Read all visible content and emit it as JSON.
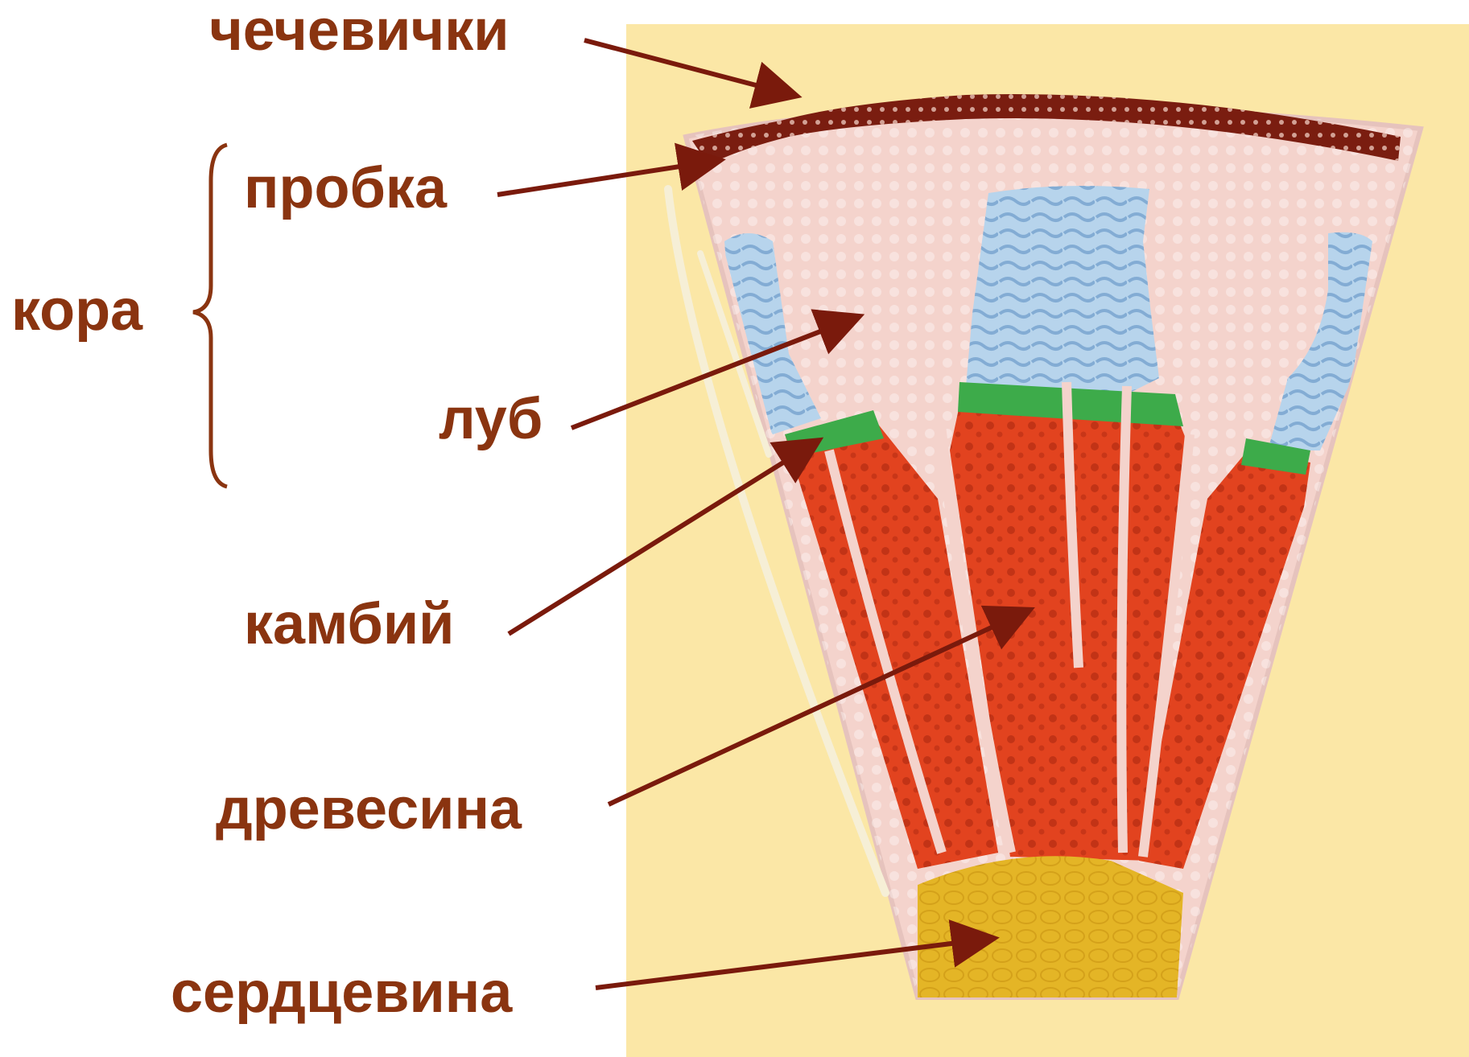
{
  "labels": {
    "lenticels": "чечевички",
    "cork": "пробка",
    "bark": "кора",
    "phloem": "луб",
    "cambium": "камбий",
    "wood": "древесина",
    "pith": "сердцевина"
  },
  "colors": {
    "label_text": "#8a3410",
    "arrow": "#7a1a0c",
    "background_board": "#fbe7a6",
    "cork": "#7a1d10",
    "phloem": "#f4d3cc",
    "ray_blue": "#b7d4ec",
    "cambium": "#3dab4a",
    "wood": "#e2431f",
    "pith": "#e4b526"
  }
}
